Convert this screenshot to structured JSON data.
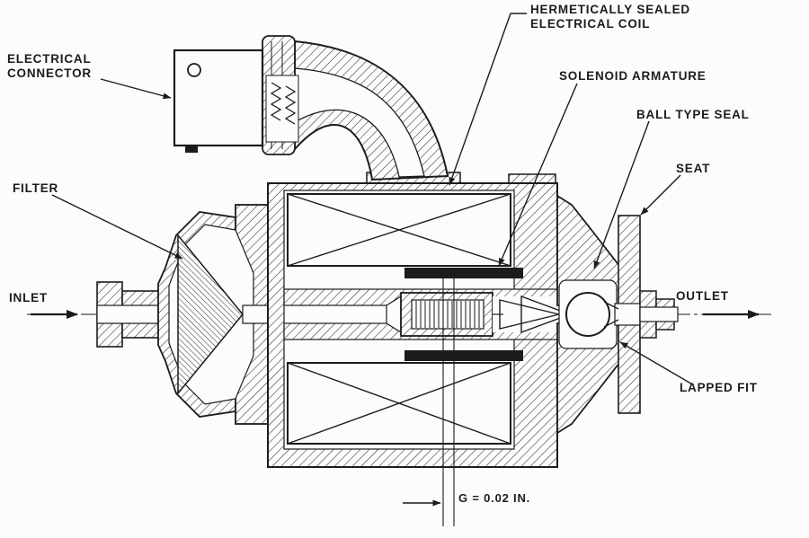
{
  "figure": {
    "labels": {
      "hermetic_coil": {
        "line1": "HERMETICALLY SEALED",
        "line2": "ELECTRICAL COIL"
      },
      "electrical_connector": {
        "line1": "ELECTRICAL",
        "line2": "CONNECTOR"
      },
      "solenoid_armature": "SOLENOID ARMATURE",
      "ball_type_seal": "BALL TYPE SEAL",
      "seat": "SEAT",
      "filter": "FILTER",
      "inlet": "INLET",
      "outlet": "OUTLET",
      "lapped_fit": "LAPPED FIT",
      "gap_dimension": "G = 0.02 IN."
    },
    "colors": {
      "ink": "#1c1c1c",
      "paper": "#fcfcfb"
    }
  }
}
